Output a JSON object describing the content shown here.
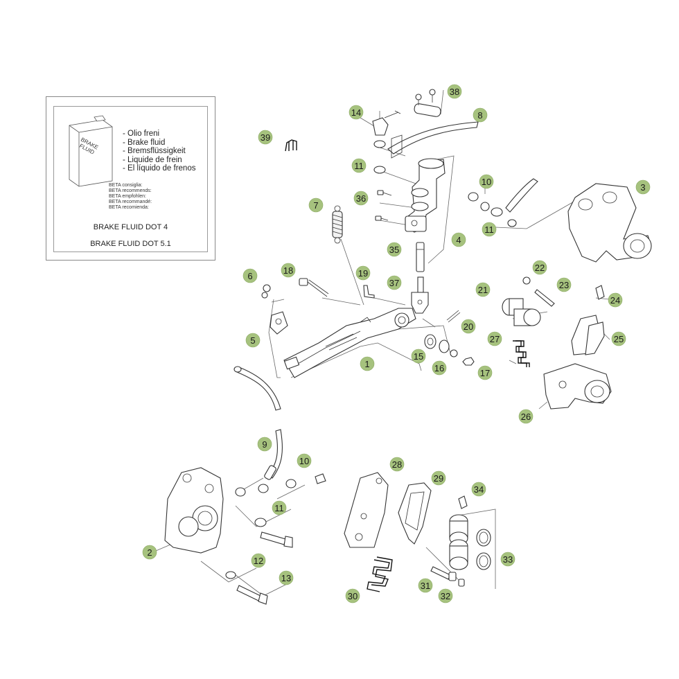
{
  "badge_color": "#a6c27e",
  "fluid_box": {
    "bottle_label": [
      "BRAKE",
      "FLUID"
    ],
    "names": [
      "- Olio freni",
      "- Brake fluid",
      "- Bremsflüssigkeit",
      "- Liquide de frein",
      "- El líquido de frenos"
    ],
    "recommend": [
      "BETA consiglia:",
      "BETA recommends:",
      "BETA empfohlen:",
      "BETA recommandé:",
      "BETA recomienda:"
    ],
    "spec_dot4": "BRAKE FLUID DOT 4",
    "spec_dot51": "BRAKE FLUID DOT 5.1"
  },
  "callouts": [
    "1",
    "2",
    "3",
    "4",
    "5",
    "6",
    "7",
    "8",
    "9",
    "10",
    "10",
    "11",
    "11",
    "11",
    "12",
    "13",
    "14",
    "15",
    "16",
    "17",
    "18",
    "19",
    "20",
    "21",
    "22",
    "23",
    "24",
    "25",
    "26",
    "27",
    "28",
    "29",
    "30",
    "31",
    "32",
    "33",
    "34",
    "35",
    "36",
    "37",
    "38",
    "39"
  ]
}
